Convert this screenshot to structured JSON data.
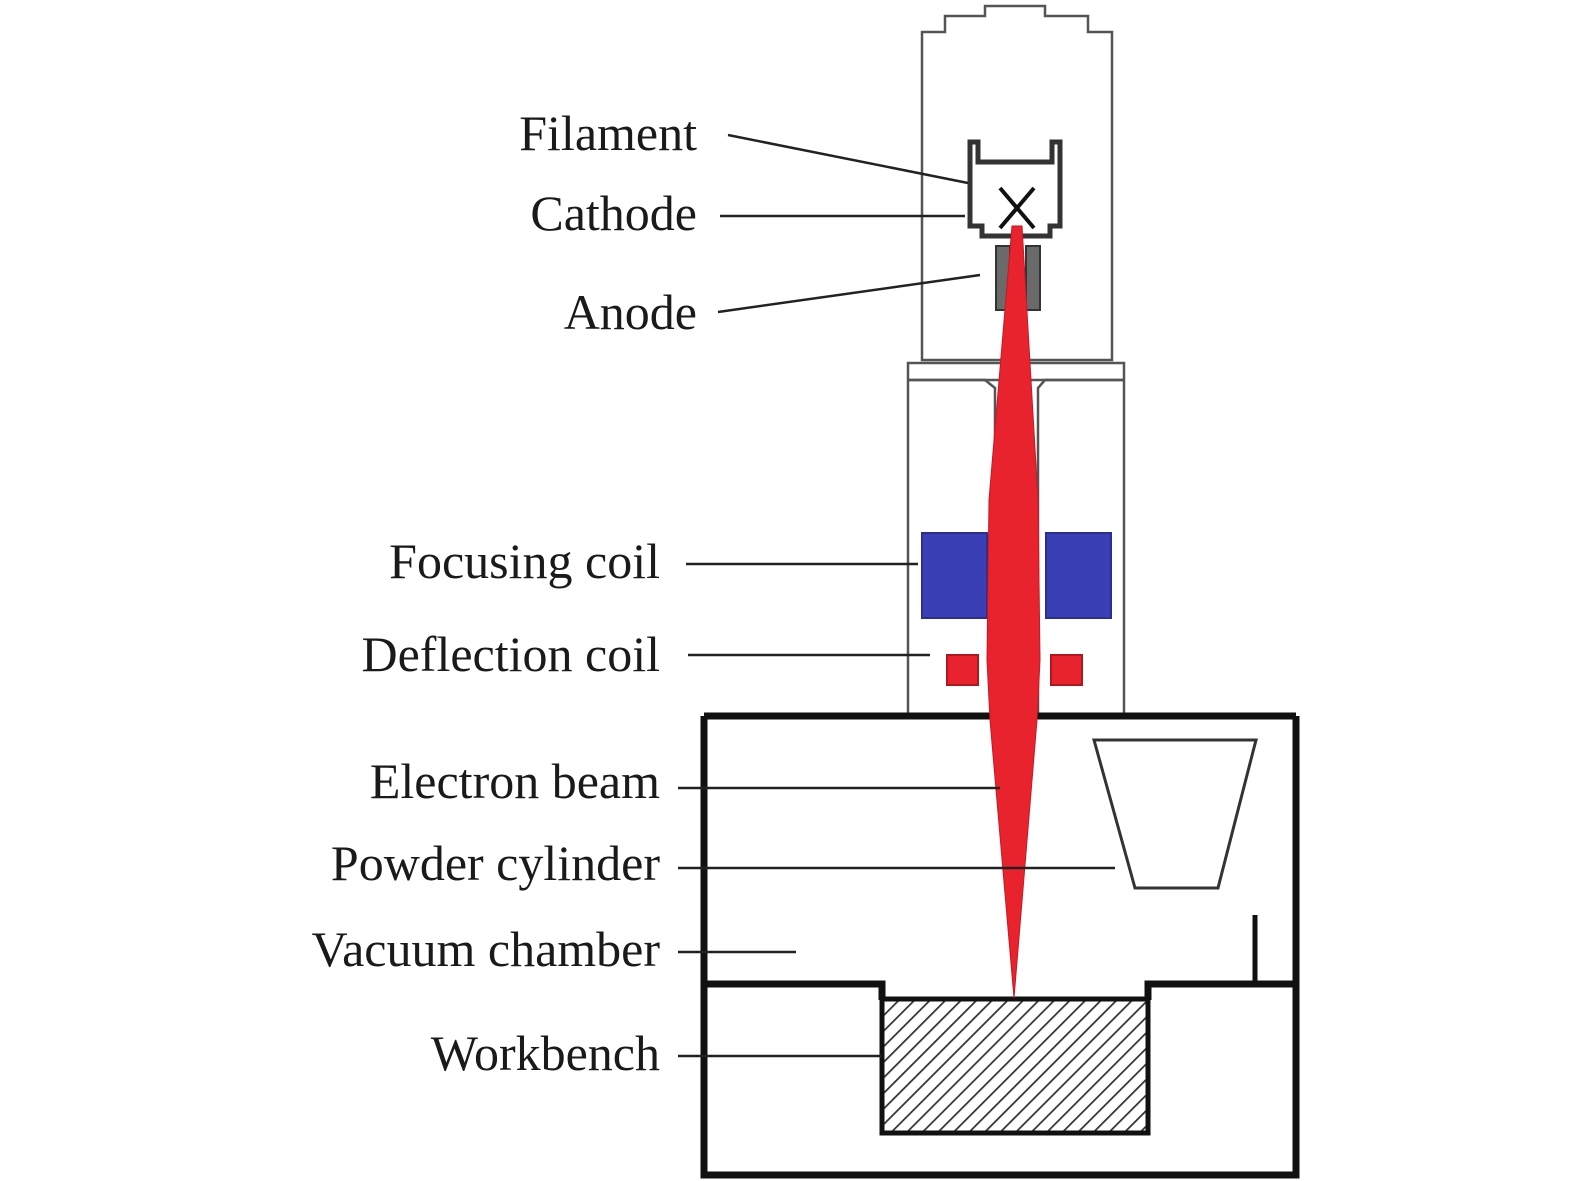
{
  "diagram": {
    "labels": {
      "filament": "Filament",
      "cathode": "Cathode",
      "anode": "Anode",
      "focusing_coil": "Focusing coil",
      "deflection_coil": "Deflection coil",
      "electron_beam": "Electron beam",
      "powder_cylinder": "Powder cylinder",
      "vacuum_chamber": "Vacuum chamber",
      "workbench": "Workbench"
    },
    "colors": {
      "beam": "#e8232e",
      "focusing_coil": "#3a3fb5",
      "deflection_coil": "#e8232e",
      "outline": "#555555",
      "chamber_wall": "#111111"
    }
  }
}
